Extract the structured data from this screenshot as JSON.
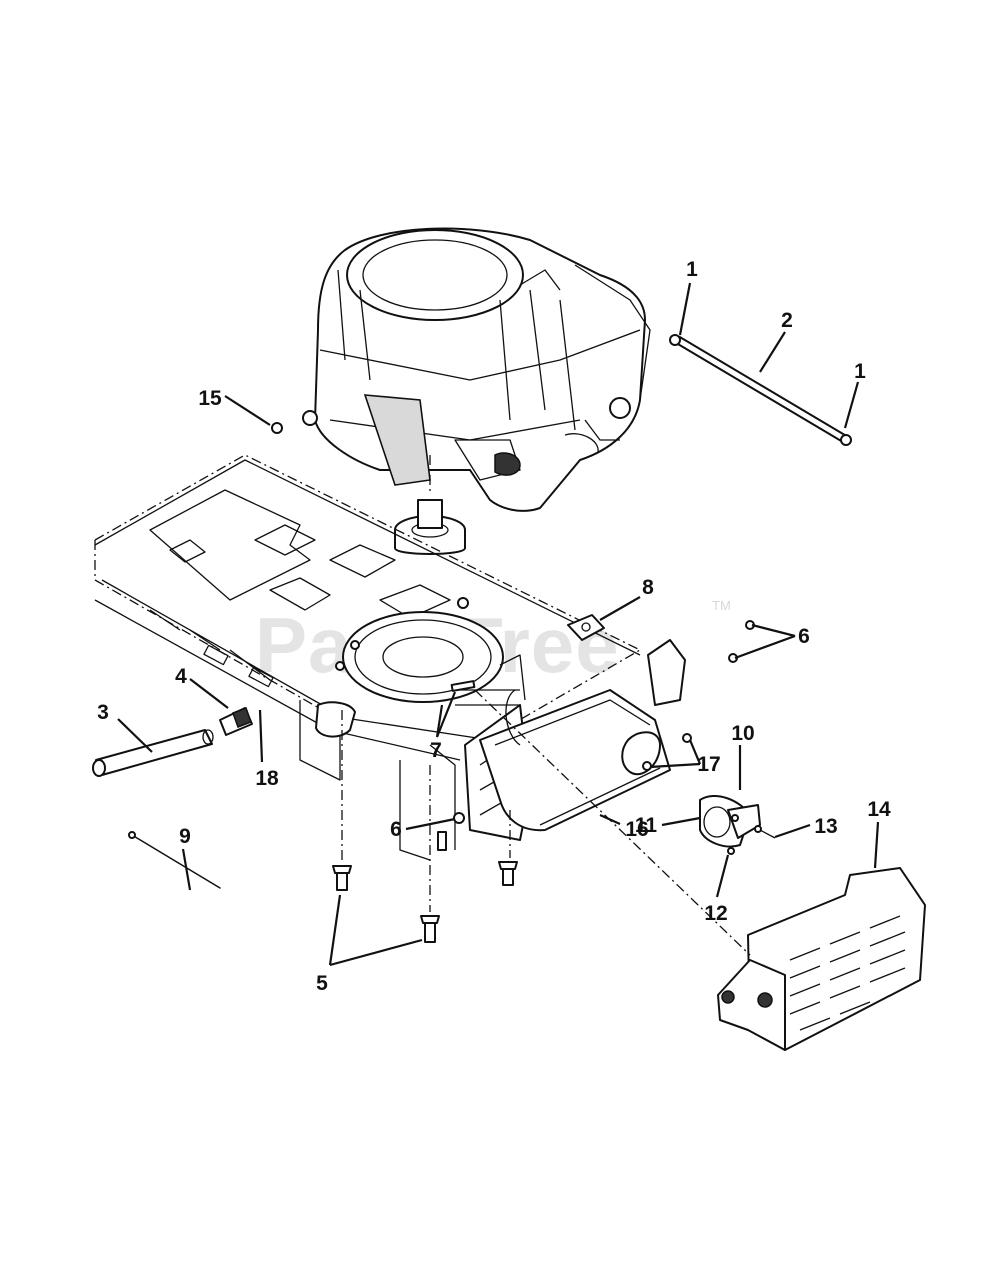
{
  "watermark": {
    "text": "PartsTree",
    "trademark": "TM"
  },
  "callouts": [
    {
      "id": "c1a",
      "label": "1"
    },
    {
      "id": "c2",
      "label": "2"
    },
    {
      "id": "c1b",
      "label": "1"
    },
    {
      "id": "c15",
      "label": "15"
    },
    {
      "id": "c8",
      "label": "8"
    },
    {
      "id": "c6a",
      "label": "6"
    },
    {
      "id": "c4",
      "label": "4"
    },
    {
      "id": "c3",
      "label": "3"
    },
    {
      "id": "c18",
      "label": "18"
    },
    {
      "id": "c7",
      "label": "7"
    },
    {
      "id": "c10",
      "label": "10"
    },
    {
      "id": "c17",
      "label": "17"
    },
    {
      "id": "c9",
      "label": "9"
    },
    {
      "id": "c6b",
      "label": "6"
    },
    {
      "id": "c16",
      "label": "16"
    },
    {
      "id": "c13",
      "label": "13"
    },
    {
      "id": "c11",
      "label": "11"
    },
    {
      "id": "c14",
      "label": "14"
    },
    {
      "id": "c12",
      "label": "12"
    },
    {
      "id": "c5",
      "label": "5"
    }
  ]
}
